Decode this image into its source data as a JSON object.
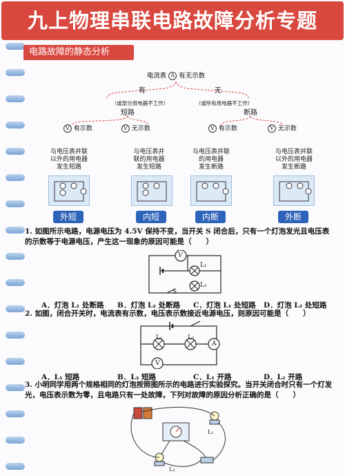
{
  "title": "九上物理串联电路故障分析专题",
  "section": "电路故障的静态分析",
  "tree": {
    "root": "电流表 A 有无示数",
    "root_prefix": "电流表",
    "root_symbol": "A",
    "root_suffix": "有无示数",
    "has": "有",
    "none": "无",
    "has_note": "（或部分用电器不工作）",
    "none_note": "（或所有用电器不工作）",
    "short": "短路",
    "open": "断路",
    "v_symbol": "V",
    "v_has": "有示数",
    "v_none": "无示数",
    "desc1": [
      "与电压表并联",
      "以外的用电器",
      "发生短路"
    ],
    "desc2": [
      "与电压表并",
      "联的用电器",
      "发生短路"
    ],
    "desc3": [
      "与电压表并联",
      "的用电器",
      "发生断路"
    ],
    "desc4": [
      "与电压表并联",
      "以外的用电器",
      "发生断路"
    ],
    "labels": [
      "外短",
      "内短",
      "内断",
      "外断"
    ]
  },
  "q1": {
    "num": "1.",
    "text": "如图所示电路，电源电压为 4.5V 保持不变，当开关 S 闭合后，只有一个灯泡发光且电压表的示数等于电源电压，产生这一现象的原因可能是（　　）",
    "circuit": {
      "v": "V",
      "l1": "L₁",
      "l2": "L₂",
      "s": "S"
    },
    "options": [
      "A．灯泡 L₁ 处断路",
      "B．灯泡 L₂ 处断路",
      "C．灯泡 L₁ 处短路",
      "D．灯泡 L₂ 处短路"
    ]
  },
  "q2": {
    "num": "2.",
    "text": "如图，闭合开关时，电流表有示数，电压表示数接近电源电压，则原因可能是（　　）",
    "circuit": {
      "l1": "L₁",
      "l2": "L₂",
      "a": "A",
      "v": "V"
    },
    "options": [
      "A．L₁ 短路",
      "B．L₂ 短路",
      "C．L₁ 开路",
      "D．L₂ 开路"
    ]
  },
  "q3": {
    "num": "3.",
    "text": "小明同学用两个规格相同的灯泡按照图所示的电路进行实验探究。当开关闭合时只有一个灯发光，电压表示数为零，且电路只有一处故障，下列对故障的原因分析正确的是（　　）",
    "labels": {
      "l1": "L₁",
      "l2": "L₂"
    }
  },
  "colors": {
    "accent": "#d9483f",
    "label_blue": "#2d63b8",
    "ring": "#7aa4d6"
  }
}
